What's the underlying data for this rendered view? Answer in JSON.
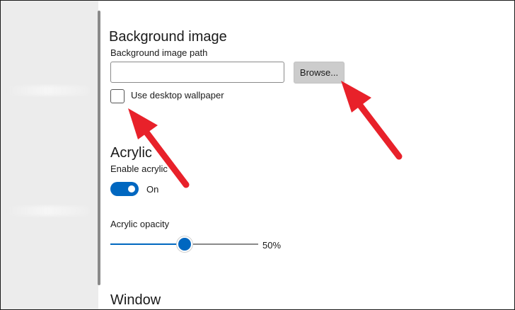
{
  "background_section": {
    "title": "Background image",
    "path_label": "Background image path",
    "path_value": "",
    "browse_label": "Browse...",
    "wallpaper_checkbox_label": "Use desktop wallpaper",
    "wallpaper_checked": false
  },
  "acrylic_section": {
    "title": "Acrylic",
    "enable_label": "Enable acrylic",
    "toggle_state_label": "On",
    "toggle_on": true,
    "opacity_label": "Acrylic opacity",
    "opacity_value_label": "50%",
    "opacity_fraction": 0.5
  },
  "window_section": {
    "title": "Window"
  },
  "colors": {
    "accent": "#0067c0",
    "annotation_arrow": "#e8212a"
  }
}
